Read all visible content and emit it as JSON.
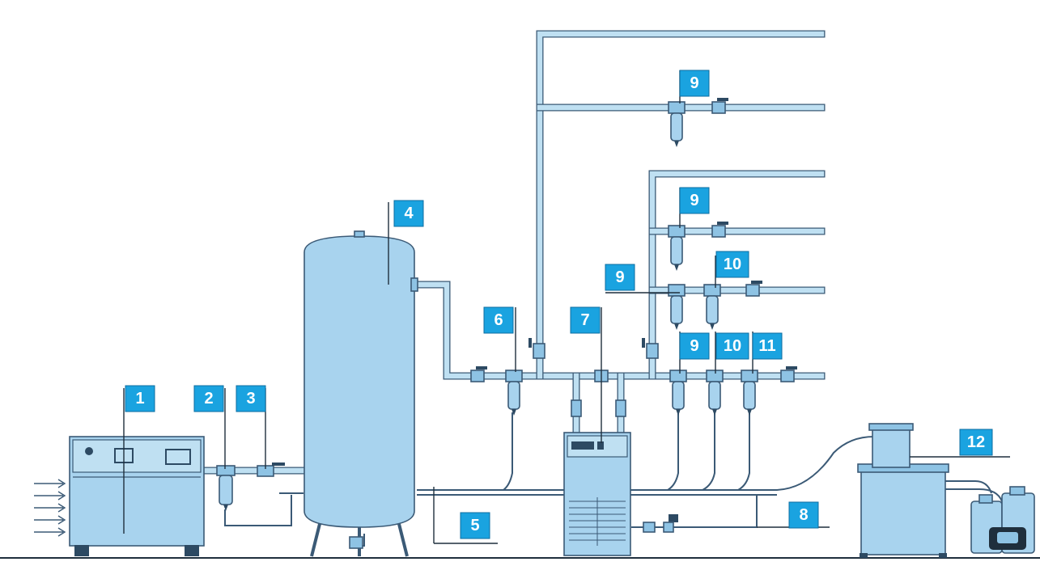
{
  "diagram": {
    "callouts": [
      {
        "id": "1",
        "text": "1"
      },
      {
        "id": "2",
        "text": "2"
      },
      {
        "id": "3",
        "text": "3"
      },
      {
        "id": "4",
        "text": "4"
      },
      {
        "id": "5",
        "text": "5"
      },
      {
        "id": "6",
        "text": "6"
      },
      {
        "id": "7",
        "text": "7"
      },
      {
        "id": "8",
        "text": "8"
      },
      {
        "id": "9a",
        "text": "9"
      },
      {
        "id": "9b",
        "text": "9"
      },
      {
        "id": "9c",
        "text": "9"
      },
      {
        "id": "9d",
        "text": "9"
      },
      {
        "id": "10a",
        "text": "10"
      },
      {
        "id": "10b",
        "text": "10"
      },
      {
        "id": "11",
        "text": "11"
      },
      {
        "id": "12",
        "text": "12"
      }
    ],
    "colors": {
      "callout_fill": "#1aa3e0",
      "equipment_fill": "#a8d3ee",
      "pipe_outline": "#3b5a76",
      "pipe_fill": "#bfe0f2"
    }
  }
}
